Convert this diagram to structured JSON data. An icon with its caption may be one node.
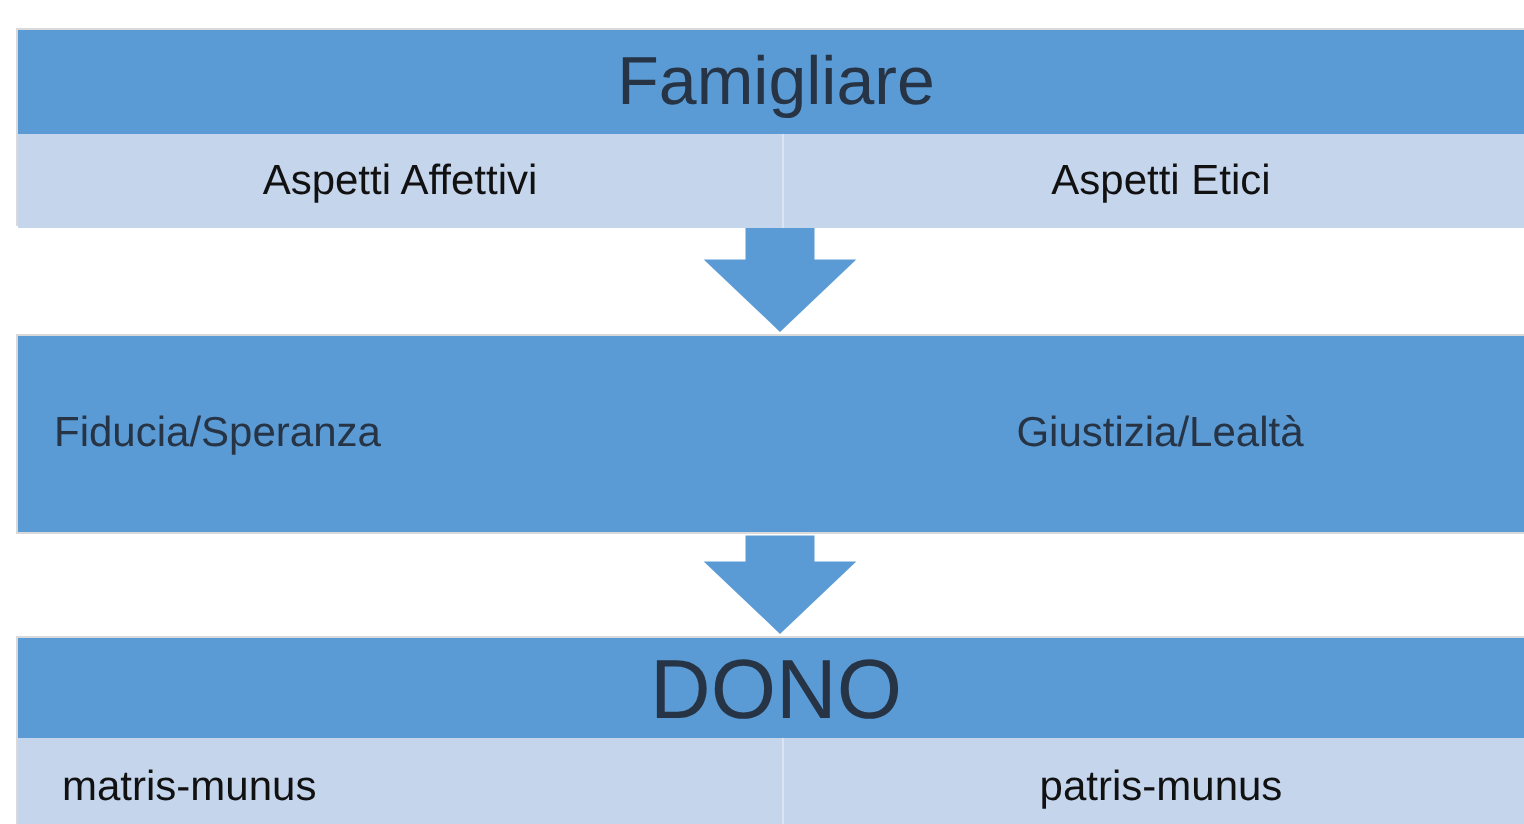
{
  "diagram": {
    "nodes": [
      {
        "text": [
          "Famigliare"
        ]
      },
      {
        "text": [
          "Aspetti Affettivi"
        ],
        "in": 0
      },
      {
        "text": [
          "Aspetti Etici"
        ],
        "in": 0
      },
      {
        "text": [
          "Fiducia/Speranza",
          "Giustizia/Lealtà"
        ]
      },
      {
        "text": [
          "DONO"
        ]
      },
      {
        "text": [
          "matris-munus"
        ],
        "in": 4
      },
      {
        "text": [
          "patris-munus"
        ],
        "in": 4
      }
    ],
    "edges": [
      {
        "from": 0,
        "to": 3,
        "arrow": "to",
        "style": "thick"
      },
      {
        "from": 3,
        "to": 4,
        "arrow": "to",
        "style": "thick"
      }
    ]
  }
}
